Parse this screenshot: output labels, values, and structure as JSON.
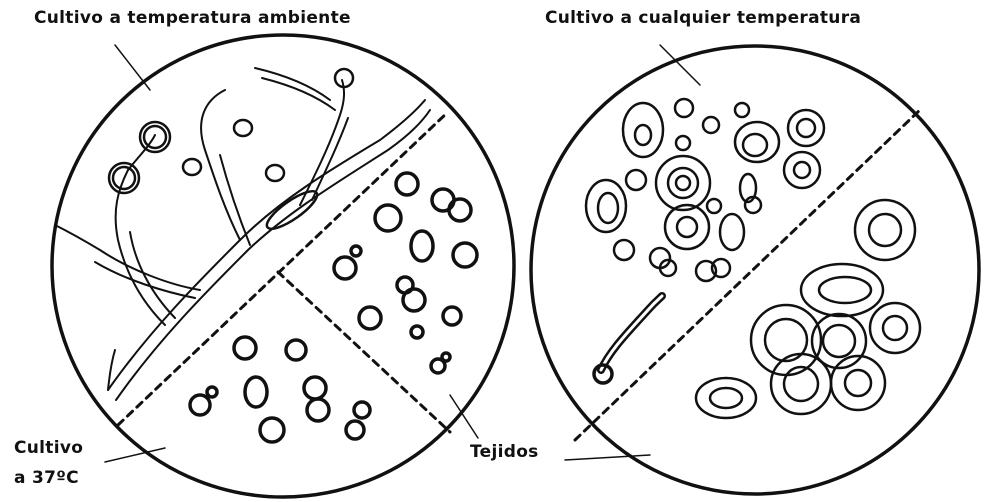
{
  "labels": {
    "left_top": "Cultivo a temperatura ambiente",
    "right_top": "Cultivo a cualquier temperatura",
    "left_bottom_line1": "Cultivo",
    "left_bottom_line2": "a 37ºC",
    "tejidos": "Tejidos"
  },
  "colors": {
    "ink": "#111111",
    "paper": "#ffffff"
  }
}
